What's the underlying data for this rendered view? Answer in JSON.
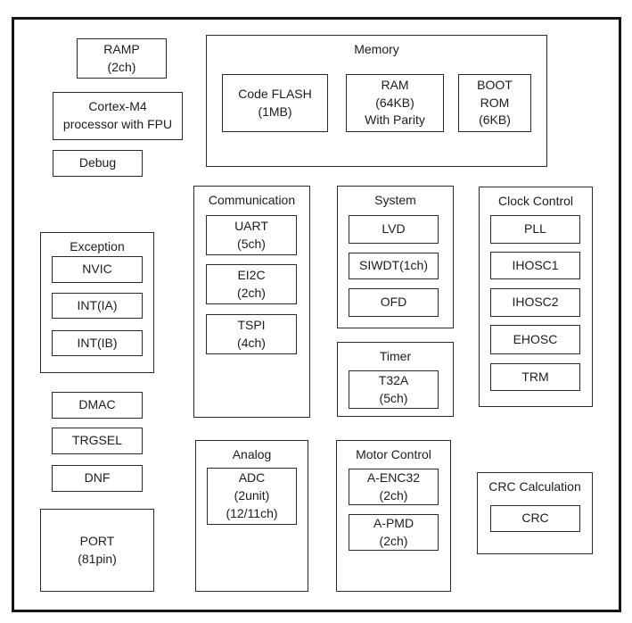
{
  "colors": {
    "border": "#2b2b2b",
    "frame_border": "#151515",
    "background": "#ffffff",
    "text": "#1c1c1c"
  },
  "blocks": {
    "ramp": {
      "lines": [
        "RAMP",
        "(2ch)"
      ]
    },
    "cortex": {
      "lines": [
        "Cortex-M4",
        "processor with FPU"
      ]
    },
    "debug": {
      "lines": [
        "Debug"
      ]
    },
    "dmac": {
      "lines": [
        "DMAC"
      ]
    },
    "trgsel": {
      "lines": [
        "TRGSEL"
      ]
    },
    "dnf": {
      "lines": [
        "DNF"
      ]
    },
    "port": {
      "lines": [
        "PORT",
        "(81pin)"
      ]
    }
  },
  "groups": {
    "memory": {
      "title": "Memory",
      "children": {
        "code_flash": {
          "lines": [
            "Code FLASH",
            "(1MB)"
          ]
        },
        "ram": {
          "lines": [
            "RAM",
            "(64KB)",
            "With Parity"
          ]
        },
        "boot_rom": {
          "lines": [
            "BOOT",
            "ROM",
            "(6KB)"
          ]
        }
      }
    },
    "communication": {
      "title": "Communication",
      "children": {
        "uart": {
          "lines": [
            "UART",
            "(5ch)"
          ]
        },
        "ei2c": {
          "lines": [
            "EI2C",
            "(2ch)"
          ]
        },
        "tspi": {
          "lines": [
            "TSPI",
            "(4ch)"
          ]
        }
      }
    },
    "system": {
      "title": "System",
      "children": {
        "lvd": {
          "lines": [
            "LVD"
          ]
        },
        "siwdt": {
          "lines": [
            "SIWDT(1ch)"
          ]
        },
        "ofd": {
          "lines": [
            "OFD"
          ]
        }
      }
    },
    "timer": {
      "title": "Timer",
      "children": {
        "t32a": {
          "lines": [
            "T32A",
            "(5ch)"
          ]
        }
      }
    },
    "clock_control": {
      "title": "Clock Control",
      "children": {
        "pll": {
          "lines": [
            "PLL"
          ]
        },
        "ihosc1": {
          "lines": [
            "IHOSC1"
          ]
        },
        "ihosc2": {
          "lines": [
            "IHOSC2"
          ]
        },
        "ehosc": {
          "lines": [
            "EHOSC"
          ]
        },
        "trm": {
          "lines": [
            "TRM"
          ]
        }
      }
    },
    "exception": {
      "title": "Exception",
      "children": {
        "nvic": {
          "lines": [
            "NVIC"
          ]
        },
        "int_ia": {
          "lines": [
            "INT(IA)"
          ]
        },
        "int_ib": {
          "lines": [
            "INT(IB)"
          ]
        }
      }
    },
    "analog": {
      "title": "Analog",
      "children": {
        "adc": {
          "lines": [
            "ADC",
            "(2unit)",
            "(12/11ch)"
          ]
        }
      }
    },
    "motor_control": {
      "title": "Motor Control",
      "children": {
        "a_enc32": {
          "lines": [
            "A-ENC32",
            "(2ch)"
          ]
        },
        "a_pmd": {
          "lines": [
            "A-PMD",
            "(2ch)"
          ]
        }
      }
    },
    "crc_calculation": {
      "title": "CRC Calculation",
      "children": {
        "crc": {
          "lines": [
            "CRC"
          ]
        }
      }
    }
  }
}
